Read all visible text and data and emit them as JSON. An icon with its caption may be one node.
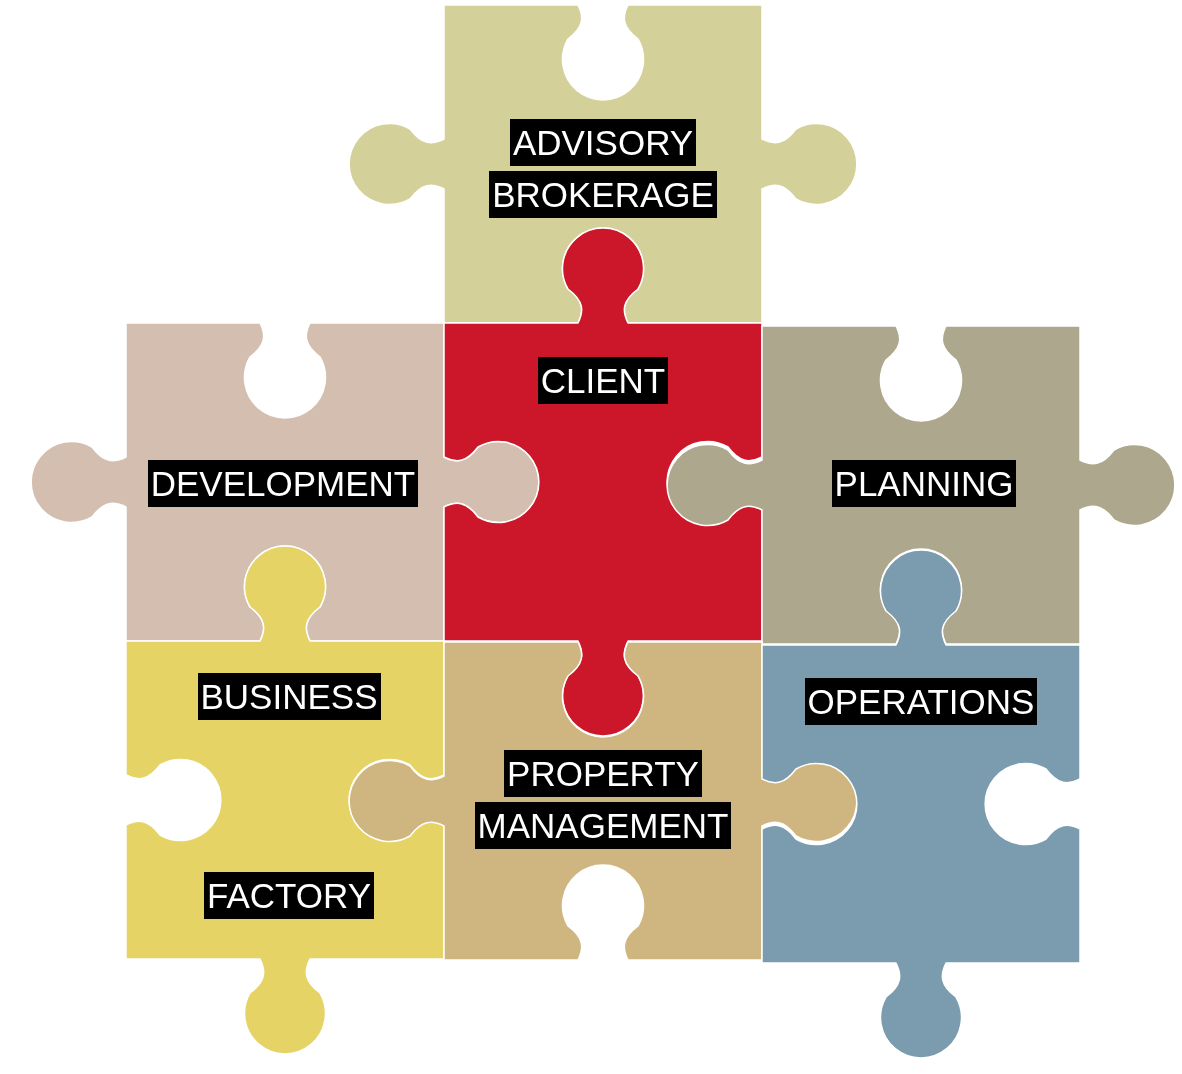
{
  "diagram": {
    "nodes": [
      {
        "text": [
          "ADVISORY BROKERAGE"
        ]
      },
      {
        "text": [
          "DEVELOPMENT"
        ]
      },
      {
        "text": [
          "CLIENT"
        ]
      },
      {
        "text": [
          "PLANNING"
        ]
      },
      {
        "text": [
          "BUSINESS",
          "FACTORY"
        ]
      },
      {
        "text": [
          "PROPERTY MANAGEMENT"
        ]
      },
      {
        "text": [
          "OPERATIONS"
        ]
      }
    ]
  }
}
